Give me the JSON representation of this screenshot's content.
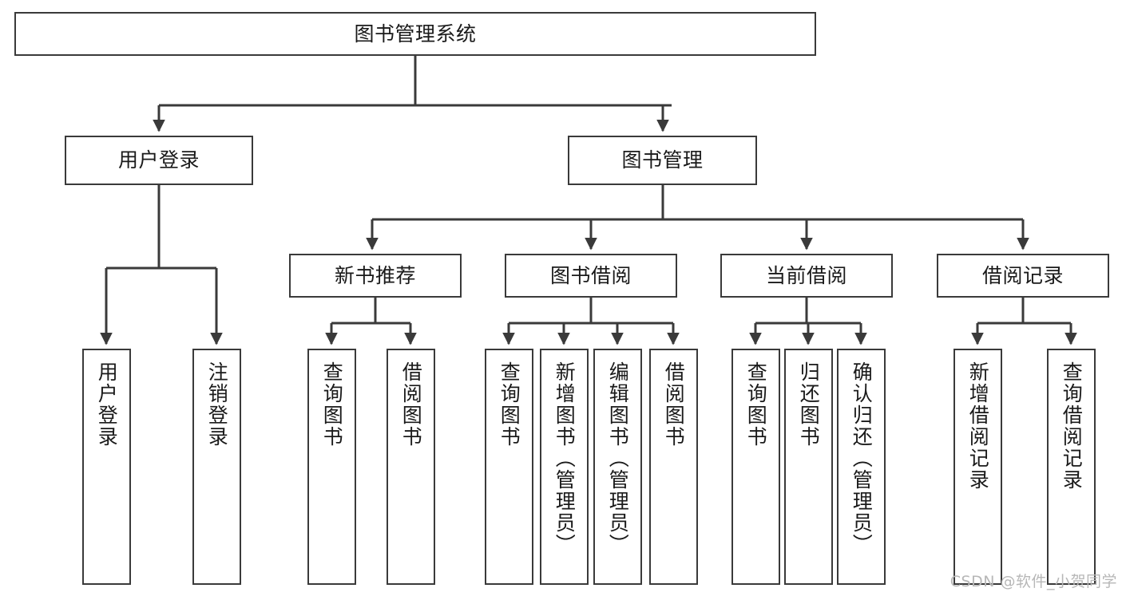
{
  "diagram": {
    "type": "tree",
    "title": "图书管理系统",
    "watermark": "CSDN @软件_小贺同学",
    "stroke_color": "#3a3a3a",
    "background_color": "#ffffff",
    "text_color": "#1a1a1a",
    "levels": {
      "root": {
        "label": "图书管理系统"
      },
      "level2": [
        {
          "label": "用户登录"
        },
        {
          "label": "图书管理"
        }
      ],
      "level3": [
        {
          "label": "新书推荐"
        },
        {
          "label": "图书借阅"
        },
        {
          "label": "当前借阅"
        },
        {
          "label": "借阅记录"
        }
      ],
      "leaves": [
        {
          "label": "用户登录",
          "parent": "用户登录"
        },
        {
          "label": "注销登录",
          "parent": "用户登录"
        },
        {
          "label": "查询图书",
          "parent": "新书推荐"
        },
        {
          "label": "借阅图书",
          "parent": "新书推荐"
        },
        {
          "label": "查询图书",
          "parent": "图书借阅"
        },
        {
          "label": "新增图书（管理员）",
          "parent": "图书借阅"
        },
        {
          "label": "编辑图书（管理员）",
          "parent": "图书借阅"
        },
        {
          "label": "借阅图书",
          "parent": "图书借阅"
        },
        {
          "label": "查询图书",
          "parent": "当前借阅"
        },
        {
          "label": "归还图书",
          "parent": "当前借阅"
        },
        {
          "label": "确认归还（管理员）",
          "parent": "当前借阅"
        },
        {
          "label": "新增借阅记录",
          "parent": "借阅记录"
        },
        {
          "label": "查询借阅记录",
          "parent": "借阅记录"
        }
      ]
    }
  }
}
